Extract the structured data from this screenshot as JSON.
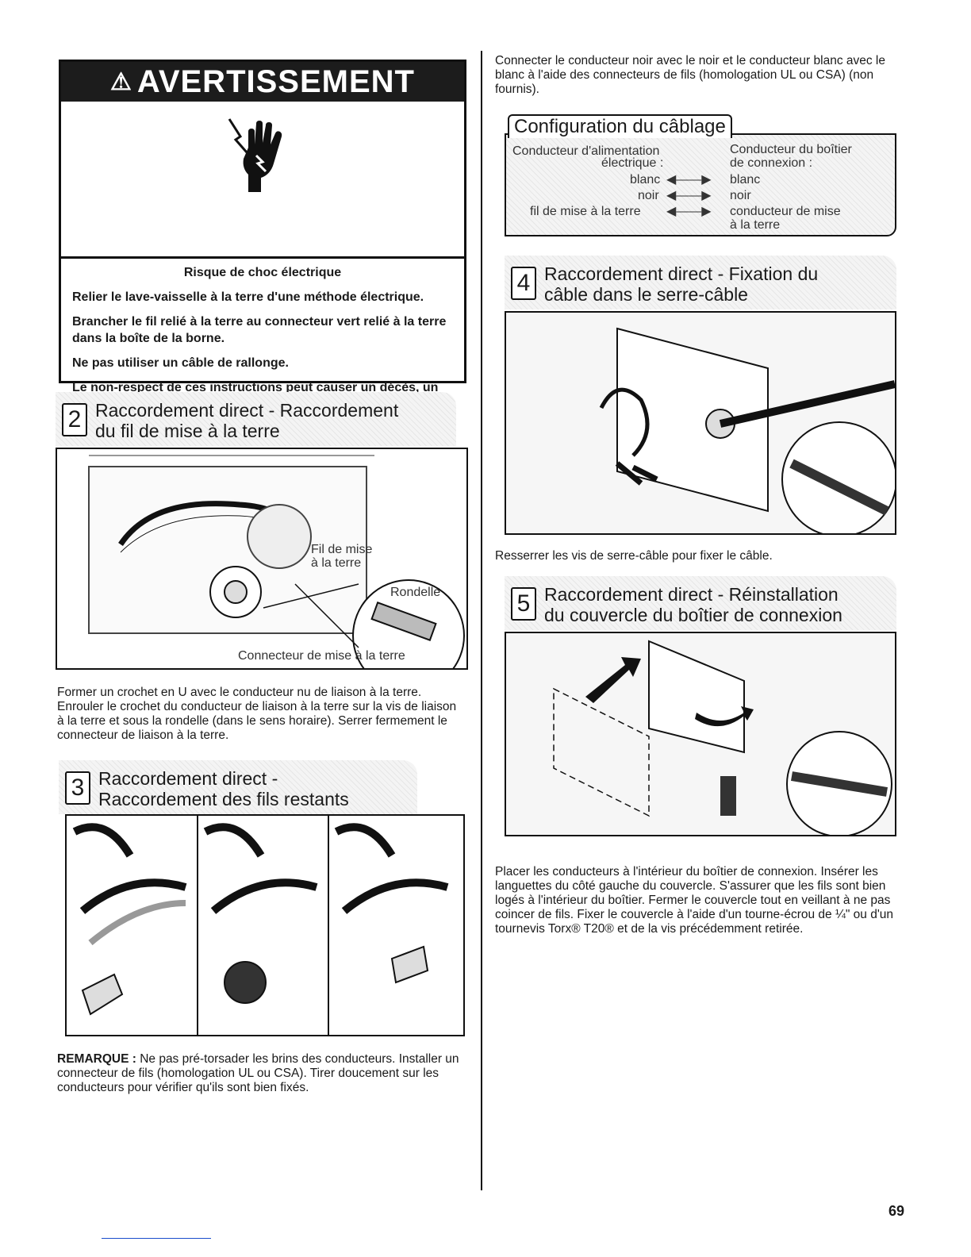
{
  "warning": {
    "header": "AVERTISSEMENT",
    "risk_title": "Risque de choc électrique",
    "lines": [
      "Relier le lave-vaisselle à la terre d'une méthode électrique.",
      "Brancher le fil relié à la terre au connecteur vert relié à la terre dans la boîte de la borne.",
      "Ne pas utiliser un câble de rallonge.",
      "Le non-respect de ces instructions peut causer un décès, un incendie ou un choc électrique."
    ]
  },
  "step2": {
    "number": "2",
    "title_line1": "Raccordement direct - Raccordement",
    "title_line2": "du fil de mise à la terre",
    "label_ground_wire": "Fil de mise à la terre",
    "label_washer": "Rondelle",
    "label_connector": "Connecteur de mise à la terre",
    "text": "Former un crochet en U avec le conducteur nu de liaison à la terre. Enrouler le crochet du conducteur de liaison à la terre sur la vis de liaison à la terre et sous la rondelle (dans le sens horaire). Serrer fermement le connecteur de liaison à la terre."
  },
  "step3": {
    "number": "3",
    "title_line1": "Raccordement direct -",
    "title_line2": "Raccordement des fils restants",
    "note_label": "REMARQUE :",
    "note_text": " Ne pas pré-torsader les brins des conducteurs. Installer un connecteur de fils (homologation UL ou CSA). Tirer doucement sur les conducteurs pour vérifier qu'ils sont bien fixés."
  },
  "intro_right": "Connecter le conducteur noir avec le noir et le conducteur blanc avec le blanc à l'aide des connecteurs de fils (homologation UL ou CSA) (non fournis).",
  "config": {
    "title": "Configuration du câblage",
    "col_left_1": "Conducteur d'alimentation",
    "col_left_2": "électrique :",
    "col_right_1": "Conducteur du boîtier",
    "col_right_2": "de connexion :",
    "rows": [
      {
        "left": "blanc",
        "right": "blanc"
      },
      {
        "left": "noir",
        "right": "noir"
      },
      {
        "left": "fil de mise à la terre",
        "right": "conducteur de mise"
      }
    ],
    "last_right_2": "à la terre"
  },
  "step4": {
    "number": "4",
    "title_line1": "Raccordement direct - Fixation du",
    "title_line2": "câble dans le serre-câble",
    "text": "Resserrer les vis de serre-câble pour fixer le câble."
  },
  "step5": {
    "number": "5",
    "title_line1": "Raccordement direct - Réinstallation",
    "title_line2": "du couvercle du boîtier de connexion",
    "text": "Placer les conducteurs à l'intérieur du boîtier de connexion. Insérer les languettes du côté gauche du couvercle. S'assurer que les fils sont bien logés à l'intérieur du boîtier. Fermer le couvercle tout en veillant à ne pas coincer de fils. Fixer le couvercle à l'aide d'un tourne-écrou de ¼\" ou d'un tournevis Torx® T20® et de la vis précédemment retirée."
  },
  "page_number": "69"
}
